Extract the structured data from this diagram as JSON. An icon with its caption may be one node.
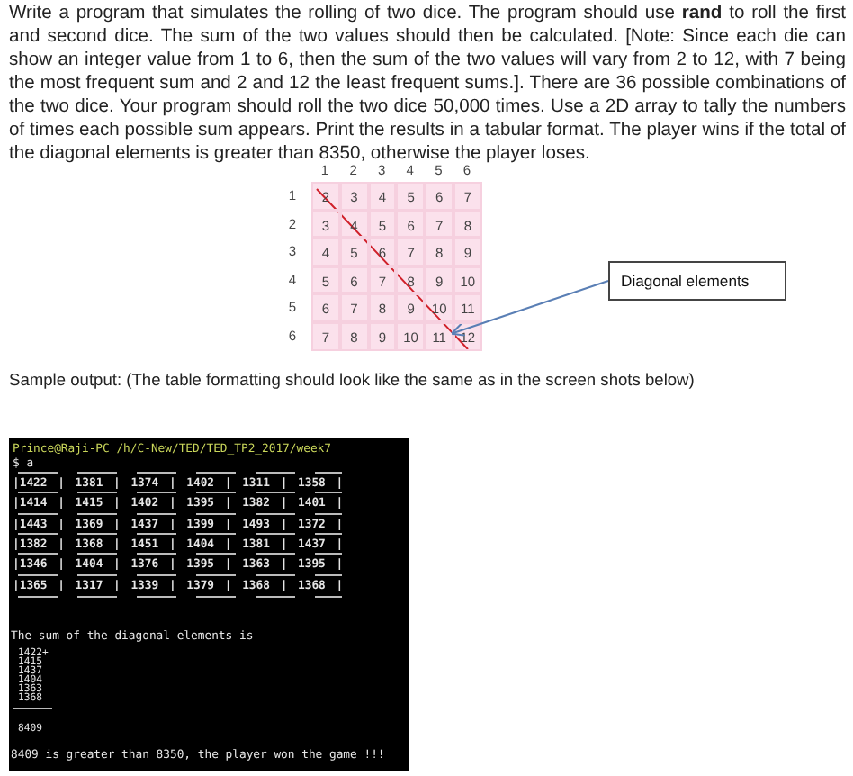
{
  "diagram": {
    "nodes": [
      {
        "text": [
          "Diagonal elements"
        ]
      },
      {
        "text": [],
        "shape": "line"
      }
    ],
    "edges": [
      {
        "from": 0,
        "to": 1,
        "arrow": "to"
      }
    ],
    "labels": [
      "Write a program that simulates the rolling of two dice. The program should use **rand** to roll the first and second dice. The sum of the two values should then be calculated. [Note: Since each die can show an integer value from 1 to 6, then the sum of the two values will vary from 2 to 12, with 7 being the most frequent sum and 2 and 12 the least frequent sums.]. There are 36 possible combinations of the two dice. Your program should roll the two dice 50,000 times. Use a 2D array to tally the numbers of times each possible sum appears. Print the results in a tabular format. The player wins if the total of the diagonal elements is greater than 8350, otherwise the player loses.",
      "1",
      "2",
      "3",
      "4",
      "5",
      "6",
      "1",
      "2",
      "3",
      "4",
      "5",
      "6",
      "7",
      "2",
      "3",
      "4",
      "5",
      "6",
      "7",
      "8",
      "3",
      "4",
      "5",
      "6",
      "7",
      "8",
      "9",
      "4",
      "5",
      "6",
      "7",
      "8",
      "9",
      "10",
      "5",
      "6",
      "7",
      "8",
      "9",
      "10",
      "11",
      "6",
      "7",
      "8",
      "9",
      "10",
      "11",
      "12",
      "Sample output: (The table formatting should look like the same as in the screen shots below)",
      "Prince@Raji-PC /h/C-New/TED/TED_TP2_2017/week7",
      "$ a",
      "|1422 | 1381 | 1374 | 1402 | 1311 | 1358 |",
      "|1414 | 1415 | 1402 | 1395 | 1382 | 1401 |",
      "|1443 | 1369 | 1437 | 1399 | 1493 | 1372 |",
      "|1382 | 1368 | 1451 | 1404 | 1381 | 1437 |",
      "|1346 | 1404 | 1376 | 1395 | 1363 | 1395 |",
      "|1365 | 1317 | 1339 | 1379 | 1368 | 1368 |",
      "The sum of the diagonal elements is",
      "1422+",
      "1415",
      "1437",
      "1404",
      "1363",
      "1368",
      "8409",
      "8409 is greater than 8350, the player won the game !!!"
    ]
  }
}
